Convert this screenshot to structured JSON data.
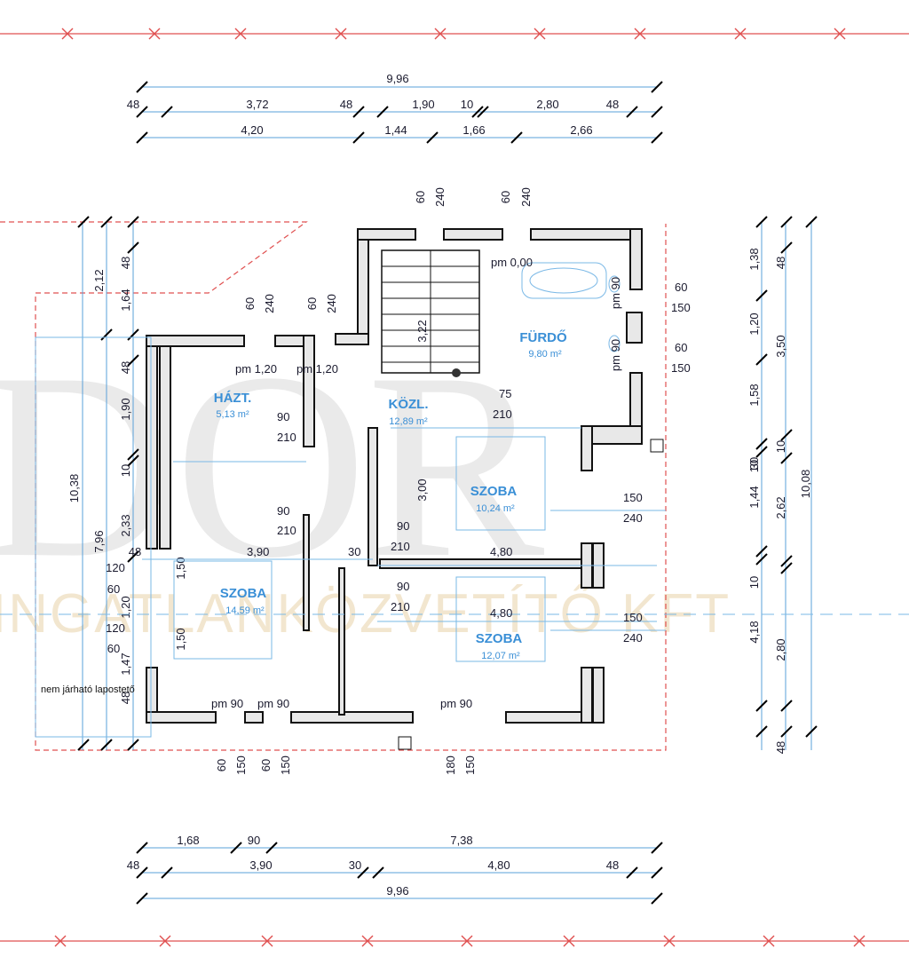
{
  "watermark": {
    "big": "DOR",
    "small": "INGATLANKÖZVETÍTŐ KFT"
  },
  "rooms": [
    {
      "name": "HÁZT.",
      "area": "5,13 m²"
    },
    {
      "name": "KÖZL.",
      "area": "12,89 m²"
    },
    {
      "name": "FÜRDŐ",
      "area": "9,80 m²"
    },
    {
      "name": "SZOBA",
      "area": "10,24 m²"
    },
    {
      "name": "SZOBA",
      "area": "14,59 m²"
    },
    {
      "name": "SZOBA",
      "area": "12,07 m²"
    }
  ],
  "note": "nem járható lapostető",
  "top_dims": {
    "total": "9,96",
    "row2": [
      "48",
      "3,72",
      "48",
      "1,90",
      "10",
      "2,80",
      "48"
    ],
    "row3": [
      "4,20",
      "1,44",
      "1,66",
      "2,66"
    ]
  },
  "bottom_dims": {
    "row1": [
      "1,68",
      "90",
      "7,38"
    ],
    "row2": [
      "48",
      "3,90",
      "30",
      "4,80",
      "48"
    ],
    "total": "9,96"
  },
  "right_dims": {
    "col1": [
      "1,38",
      "1,20",
      "1,58",
      "10",
      "1,44",
      "10",
      "2,80",
      "48"
    ],
    "col2": [
      "48",
      "3,50",
      "10",
      "30",
      "2,62",
      "4,18"
    ],
    "total": "10,08"
  },
  "left_dims": {
    "col1": [
      "2,12",
      "7,96"
    ],
    "col2": [
      "48",
      "1,64",
      "48",
      "1,90",
      "10",
      "2,33"
    ],
    "total": "10,38",
    "misc": [
      "48",
      "120",
      "60",
      "1,20",
      "120",
      "60",
      "1,47",
      "48",
      "1,50",
      "1,50"
    ]
  },
  "interior_dims": [
    "60",
    "240",
    "60",
    "240",
    "60",
    "240",
    "60",
    "240",
    "pm 0,00",
    "pm 1,20",
    "pm 1,20",
    "pm 90",
    "pm 90",
    "60",
    "150",
    "60",
    "150",
    "75",
    "210",
    "90",
    "210",
    "90",
    "210",
    "3,22",
    "3,00",
    "90",
    "210",
    "90",
    "210",
    "150",
    "240",
    "150",
    "240",
    "3,90",
    "30",
    "4,80",
    "4,80",
    "pm 90",
    "pm 90",
    "pm 90",
    "60",
    "150",
    "60",
    "150",
    "180",
    "150"
  ]
}
